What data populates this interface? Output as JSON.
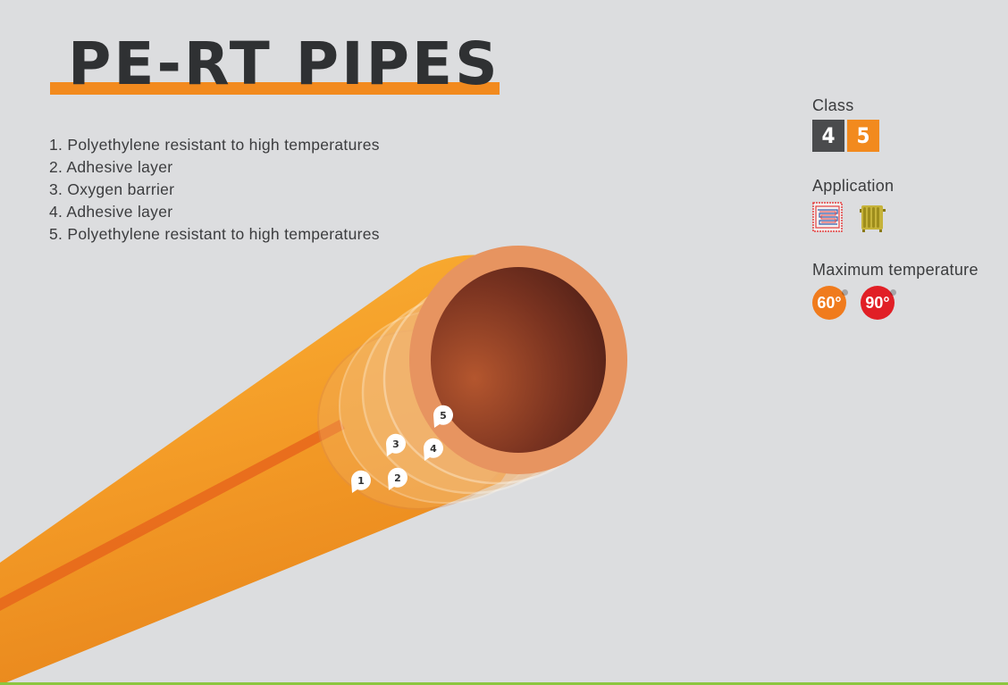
{
  "title": "PE-RT PIPES",
  "layers": [
    "1. Polyethylene resistant to high temperatures",
    "2. Adhesive layer",
    "3. Oxygen barrier",
    "4. Adhesive layer",
    "5. Polyethylene resistant to high temperatures"
  ],
  "markers": [
    "1",
    "2",
    "3",
    "4",
    "5"
  ],
  "class": {
    "label": "Class",
    "values": [
      {
        "text": "4",
        "color": "#4a4b4d"
      },
      {
        "text": "5",
        "color": "#f28a1e"
      }
    ]
  },
  "application": {
    "label": "Application",
    "icons": [
      "underfloor-heating-icon",
      "radiator-icon"
    ]
  },
  "max_temperature": {
    "label": "Maximum temperature",
    "values": [
      {
        "text": "60°",
        "color": "#f07b1d"
      },
      {
        "text": "90°",
        "color": "#e11f26"
      }
    ]
  },
  "colors": {
    "accent_orange": "#f28a1e",
    "pipe_orange": "#f6a12a",
    "bottom_line": "#8cc63f"
  }
}
